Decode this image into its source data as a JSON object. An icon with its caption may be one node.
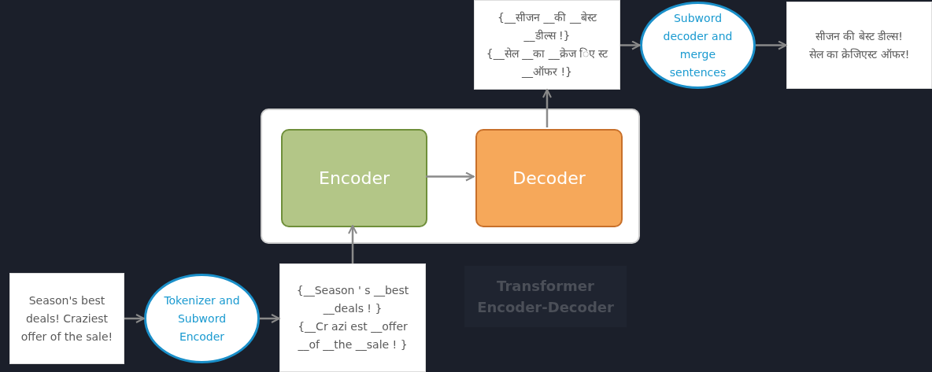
{
  "diagram": {
    "nodes": [
      {
        "text": [
          "Season's best deals! Craziest offer of the sale!"
        ]
      },
      {
        "text": [
          "Tokenizer and Subword Encoder"
        ]
      },
      {
        "text": [
          "{__Season ' s __best __deals ! }",
          "{__Cr azi est __offer __of __the __sale ! }"
        ]
      },
      {
        "text": [],
        "shape": "box"
      },
      {
        "text": [
          "Encoder"
        ],
        "in": 3
      },
      {
        "text": [
          "Decoder"
        ],
        "in": 3
      },
      {
        "text": [
          "{__सीजन __की __बेस्ट __डील्स !}",
          "{__सेल __का __क्रेज िए स्ट __ऑफर !}"
        ]
      },
      {
        "text": [
          "Subword decoder and merge sentences"
        ]
      },
      {
        "text": [
          "सीजन की बेस्ट डील्स!",
          "सेल का क्रेजिएस्ट ऑफर!"
        ]
      }
    ],
    "edges": [
      {
        "from": 0,
        "to": 1,
        "arrow": "to"
      },
      {
        "from": 1,
        "to": 2,
        "arrow": "to"
      },
      {
        "from": 2,
        "to": 4,
        "arrow": "to"
      },
      {
        "from": 4,
        "to": 5,
        "arrow": "to"
      },
      {
        "from": 5,
        "to": 6,
        "arrow": "to"
      },
      {
        "from": 6,
        "to": 7,
        "arrow": "to"
      },
      {
        "from": 7,
        "to": 8,
        "arrow": "to"
      }
    ],
    "labels": [
      "Transformer Encoder-Decoder"
    ]
  }
}
